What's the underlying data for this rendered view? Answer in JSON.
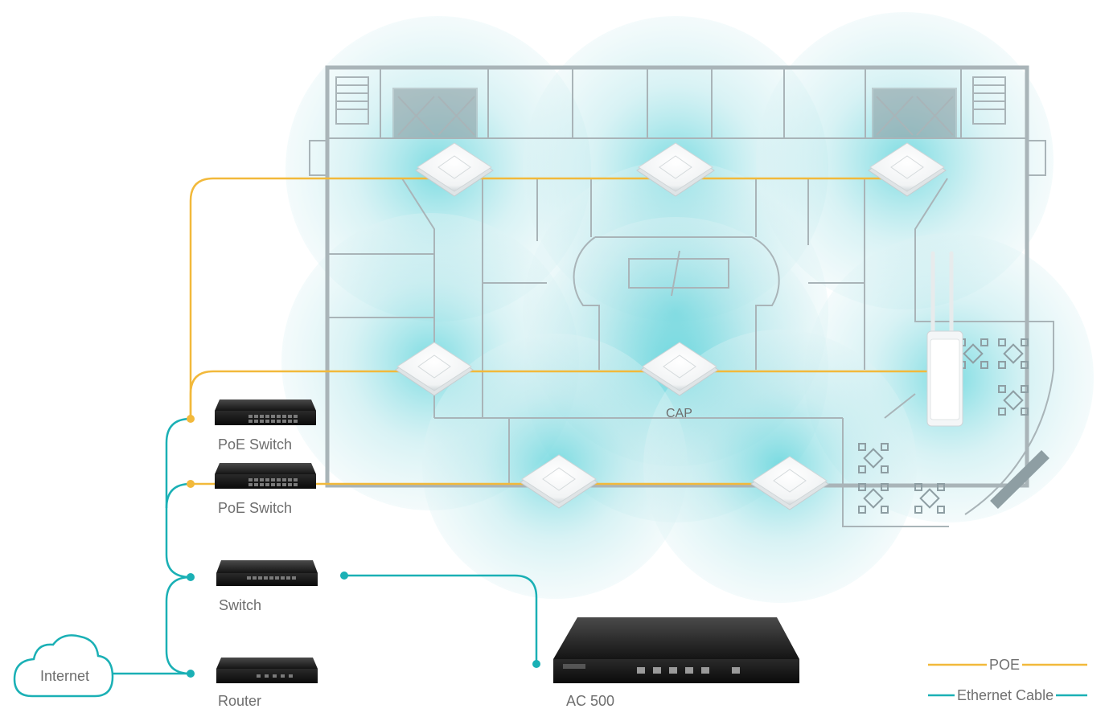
{
  "devices": {
    "poe_switch_1": "PoE Switch",
    "poe_switch_2": "PoE Switch",
    "switch": "Switch",
    "router": "Router",
    "controller": "AC 500",
    "internet": "Internet",
    "cap": "CAP"
  },
  "legend": {
    "poe": "POE",
    "ethernet": "Ethernet Cable"
  },
  "colors": {
    "poe_line": "#f2b93b",
    "ethernet_line": "#1ab0b5",
    "coverage": "#6fd3dc",
    "floor_wall": "#a9b4b8",
    "label_text": "#6e6e6e"
  }
}
